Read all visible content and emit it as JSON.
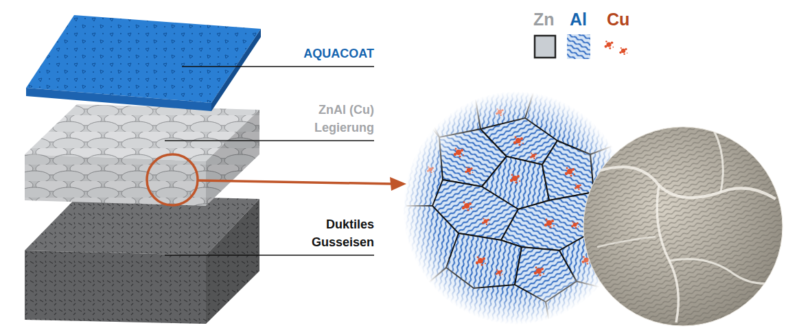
{
  "diagram": {
    "labels": [
      "AQUACOAT",
      "ZnAl (Cu) Legierung",
      "Duktiles Gusseisen"
    ],
    "legend": [
      {
        "text": "Zn",
        "color": "#c9ced3"
      },
      {
        "text": "Al"
      },
      {
        "text": "Cu"
      }
    ]
  }
}
